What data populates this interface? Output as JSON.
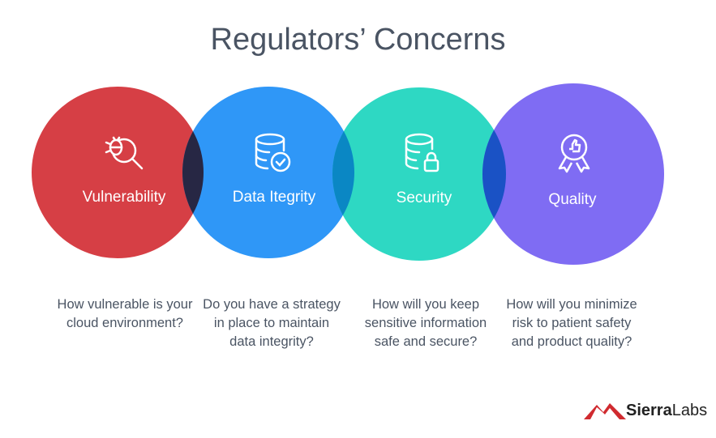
{
  "title": "Regulators’ Concerns",
  "concerns": [
    {
      "label": "Vulnerability",
      "icon": "bug-search-icon",
      "color": "#D63F45",
      "question": "How vulnerable is your cloud environment?"
    },
    {
      "label": "Data Itegrity",
      "icon": "database-check-icon",
      "color": "#2F97F7",
      "question": "Do you have a strategy in place to maintain data integrity?"
    },
    {
      "label": "Security",
      "icon": "database-lock-icon",
      "color": "#2ED8C3",
      "question": "How will you keep sensitive information safe and secure?"
    },
    {
      "label": "Quality",
      "icon": "award-ribbon-icon",
      "color": "#7F6CF3",
      "question": "How will you minimize risk to patient safety and product quality?"
    }
  ],
  "overlap_colors": [
    "#272744",
    "#0A87C4",
    "#1A52C5"
  ],
  "logo": {
    "bold": "Sierra",
    "light": "Labs",
    "accent": "#D02A2F"
  }
}
